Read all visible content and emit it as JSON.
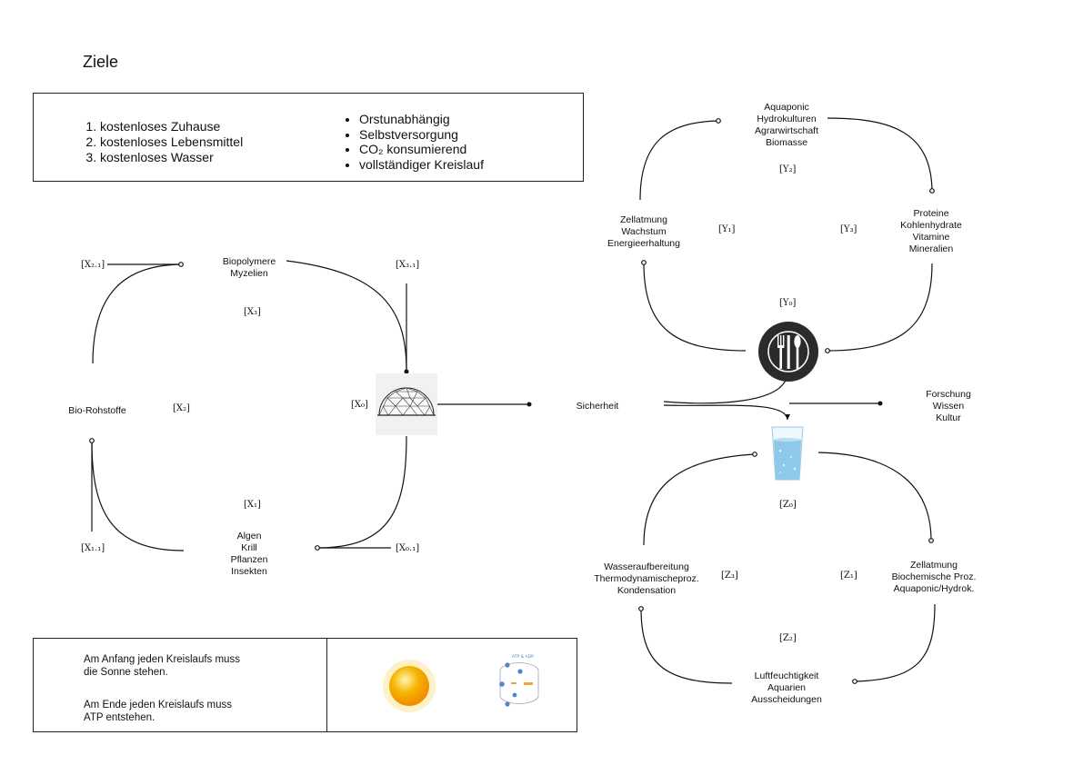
{
  "title": "Ziele",
  "goals": {
    "numbered": [
      "kostenloses Zuhause",
      "kostenloses Lebensmittel",
      "kostenloses Wasser"
    ],
    "bullets": [
      "Orstunabhängig",
      "Selbstversorgung",
      "CO₂ konsumierend",
      "vollständiger Kreislauf"
    ]
  },
  "cycle_x": {
    "biopolymere": "Biopolymere\nMyzelien",
    "rohstoffe": "Bio-Rohstoffe",
    "algen": "Algen\nKrill\nPflanzen\nInsekten",
    "tags": {
      "x21": "[X₂.₁]",
      "x31": "[X₃.₁]",
      "x3": "[X₃]",
      "x2": "[X₂]",
      "x0": "[X₀]",
      "x1": "[X₁]",
      "x11": "[X₁.₁]",
      "x01": "[X₀.₁]"
    }
  },
  "center": {
    "sicherheit": "Sicherheit",
    "forschung": "Forschung\nWissen\nKultur"
  },
  "cycle_y": {
    "aquaponic": "Aquaponic\nHydrokulturen\nAgrarwirtschaft\nBiomasse",
    "zellatmung": "Zellatmung\nWachstum\nEnergieerhaltung",
    "proteine": "Proteine\nKohlenhydrate\nVitamine\nMineralien",
    "tags": {
      "y2": "[Y₂]",
      "y1": "[Y₁]",
      "y3": "[Y₃]",
      "y0": "[Y₀]"
    }
  },
  "cycle_z": {
    "wasser": "Wasseraufbereitung\nThermodynamischeproz.\nKondensation",
    "zellatmung": "Zellatmung\nBiochemische Proz.\nAquaponic/Hydrok.",
    "luft": "Luftfeuchtigkeit\nAquarien\nAusscheidungen",
    "tags": {
      "z0": "[Z₀]",
      "z3": "[Z₃]",
      "z1": "[Z₁]",
      "z2": "[Z₂]"
    }
  },
  "note": {
    "line1": "Am Anfang jeden Kreislaufs muss\ndie Sonne stehen.",
    "line2": "Am Ende jeden Kreislaufs muss\nATP entstehen."
  },
  "atp_caption": "ATP & ADP",
  "colors": {
    "stroke": "#111111",
    "plate": "#2b2b2b",
    "sun": "#f6b400",
    "water": "#8ec9ea"
  }
}
